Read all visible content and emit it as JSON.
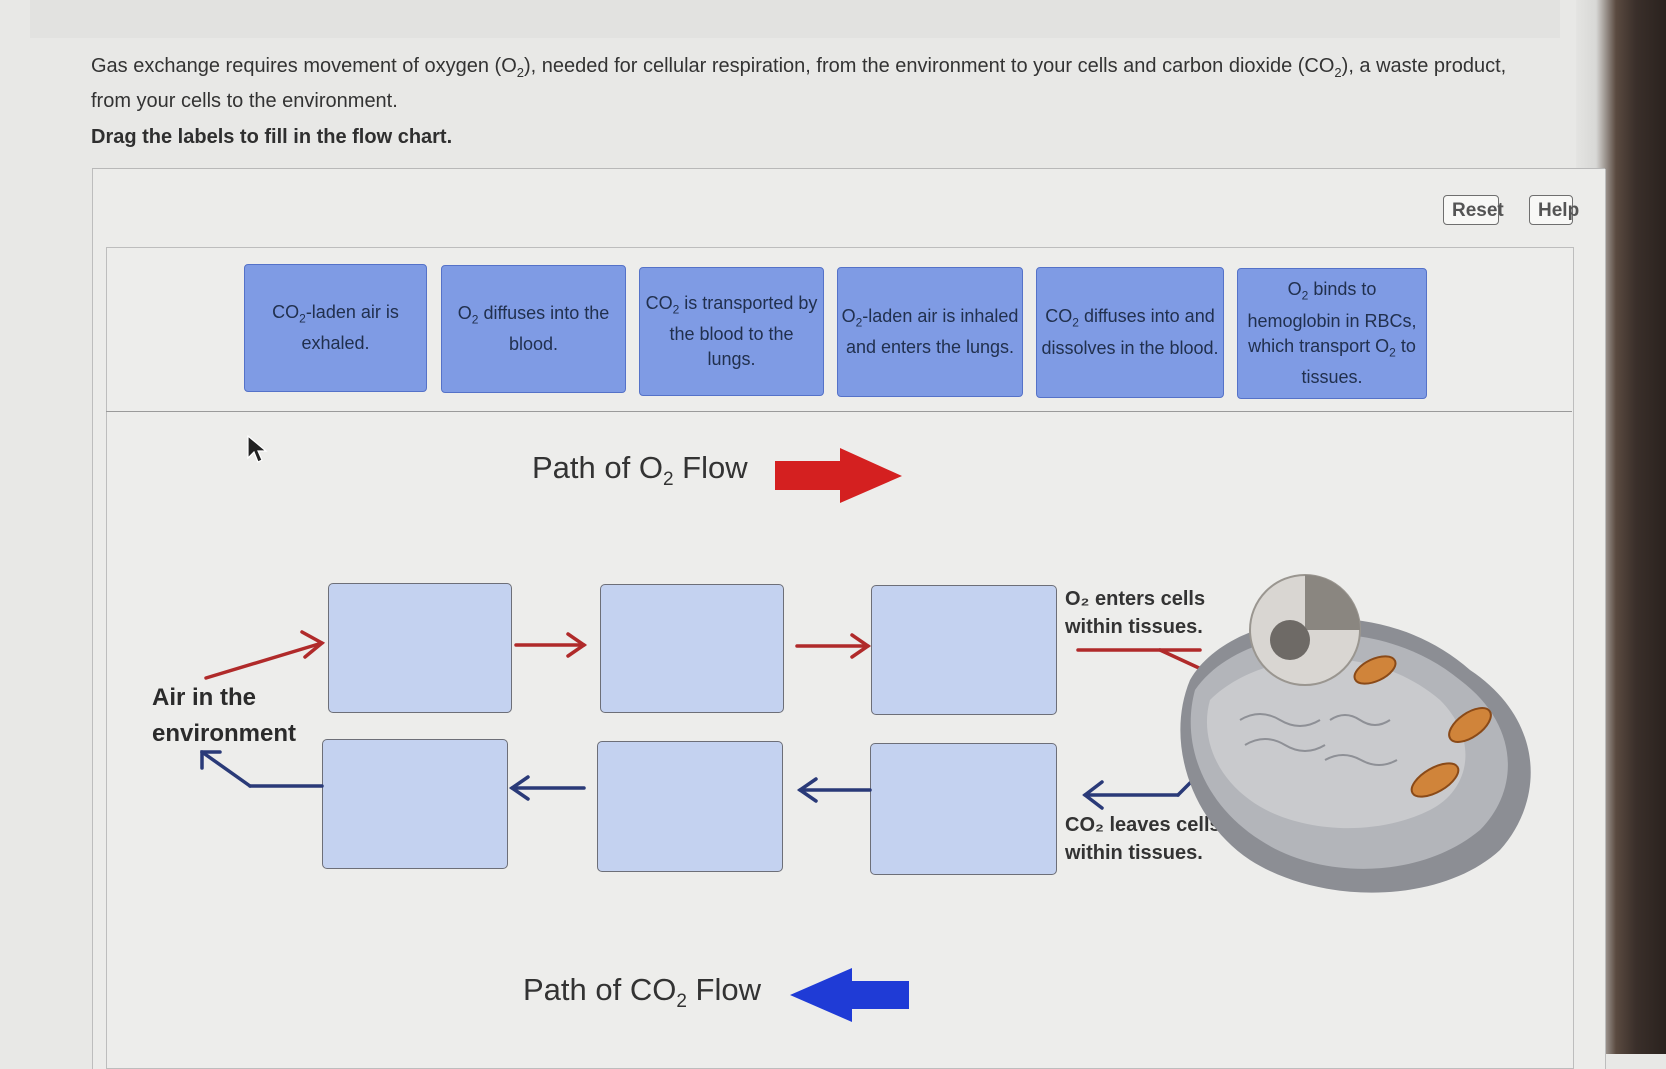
{
  "question": {
    "intro_a": "Gas exchange requires movement of oxygen (O",
    "intro_sub1": "2",
    "intro_b": "), needed for cellular respiration, from the environment to your cells and carbon dioxide (CO",
    "intro_sub2": "2",
    "intro_c": "), a waste product, from your cells to the environment.",
    "instruction": "Drag the labels to fill in the flow chart."
  },
  "toolbar": {
    "reset_label": "Reset",
    "help_label": "Help"
  },
  "labels": [
    {
      "a": "CO",
      "sub": "2",
      "b": "-laden air is exhaled."
    },
    {
      "a": "O",
      "sub": "2",
      "b": " diffuses into the blood."
    },
    {
      "a": "CO",
      "sub": "2",
      "b": " is transported by the blood to the lungs."
    },
    {
      "a": "O",
      "sub": "2",
      "b": "-laden air is inhaled and enters the lungs."
    },
    {
      "a": "CO",
      "sub": "2",
      "b": " diffuses into and dissolves in the blood."
    },
    {
      "a": "O",
      "sub": "2",
      "b": " binds to hemoglobin in RBCs, which transport O",
      "sub2": "2",
      "c": " to tissues."
    }
  ],
  "chart": {
    "o2_path_a": "Path of O",
    "o2_path_sub": "2",
    "o2_path_b": " Flow",
    "co2_path_a": "Path of CO",
    "co2_path_sub": "2",
    "co2_path_b": " Flow",
    "air_line1": "Air in the",
    "air_line2": "environment",
    "o2_enters_line1": "O₂ enters cells",
    "o2_enters_line2": "within tissues.",
    "co2_leaves_line1": "CO₂ leaves cells",
    "co2_leaves_line2": "within tissues."
  },
  "colors": {
    "label_tile": "#7f9be4",
    "drop_zone": "#c4d2f0",
    "o2_arrow": "#d42020",
    "co2_arrow": "#1f3bd6",
    "o2_line": "#b02a2a",
    "co2_line": "#2a3a78"
  },
  "icons": {
    "cursor": "pointer-cursor-icon",
    "cell": "animal-cell-illustration"
  }
}
